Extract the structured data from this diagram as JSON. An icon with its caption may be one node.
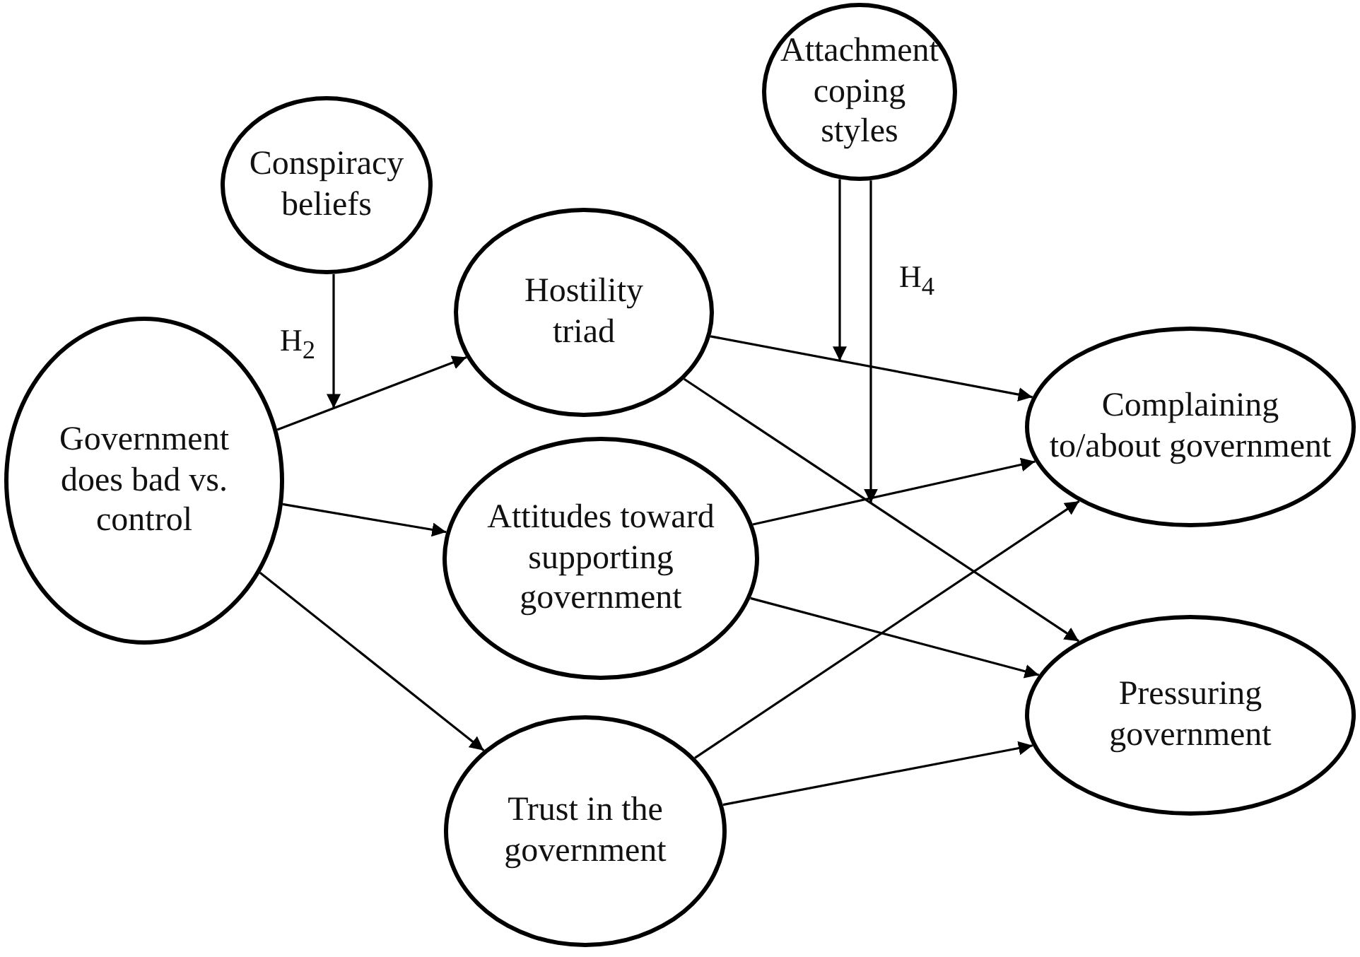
{
  "diagram": {
    "nodes": [
      {
        "text": [
          "Conspiracy beliefs"
        ]
      },
      {
        "text": [
          "Attachment coping styles"
        ]
      },
      {
        "text": [
          "Hostility triad"
        ]
      },
      {
        "text": [
          "Government does bad vs. control"
        ]
      },
      {
        "text": [
          "Attitudes toward supporting government"
        ]
      },
      {
        "text": [
          "Trust in the government"
        ]
      },
      {
        "text": [
          "Complaining to/about government"
        ]
      },
      {
        "text": [
          "Pressuring government"
        ]
      }
    ],
    "edges": [
      {
        "from": 3,
        "to": 2,
        "arrow": "to"
      },
      {
        "from": 3,
        "to": 4,
        "arrow": "to"
      },
      {
        "from": 3,
        "to": 5,
        "arrow": "to"
      },
      {
        "from": 2,
        "to": 6,
        "arrow": "to"
      },
      {
        "from": 2,
        "to": 7,
        "arrow": "to"
      },
      {
        "from": 4,
        "to": 6,
        "arrow": "to"
      },
      {
        "from": 4,
        "to": 7,
        "arrow": "to"
      },
      {
        "from": 5,
        "to": 6,
        "arrow": "to"
      },
      {
        "from": 5,
        "to": 7,
        "arrow": "to"
      },
      {
        "from": 0,
        "to": null,
        "arrow": "to",
        "label": "H$_{2}$"
      },
      {
        "from": 1,
        "to": null,
        "arrow": "to"
      },
      {
        "from": 1,
        "to": null,
        "arrow": "to",
        "label": "H$_{4}$"
      }
    ]
  }
}
